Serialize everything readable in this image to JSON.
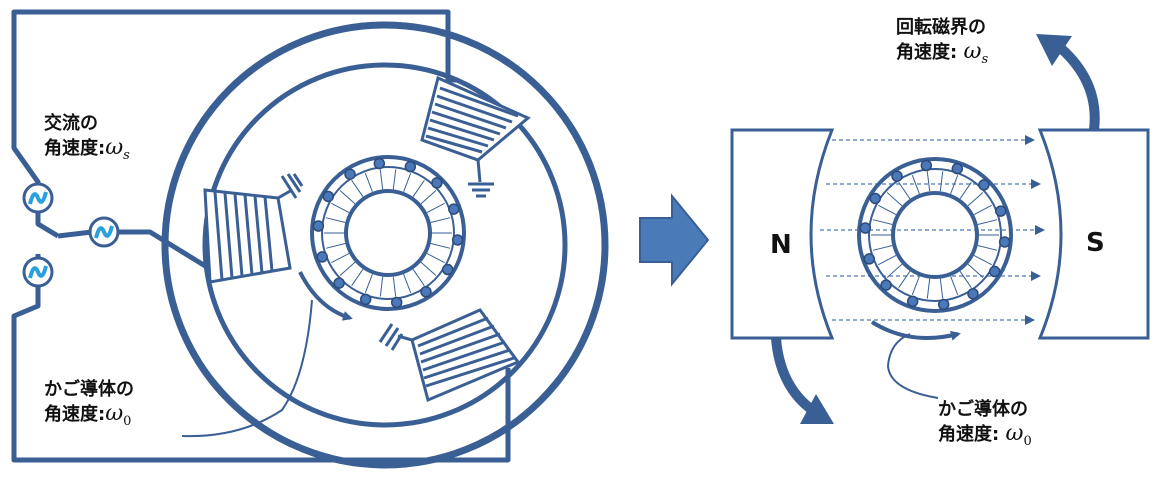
{
  "left": {
    "ac_label": {
      "line1": "交流の",
      "line2_prefix": "角速度",
      "colon": ":",
      "symbol": "ω",
      "subscript": "s"
    },
    "cage_label": {
      "line1": "かご導体の",
      "line2_prefix": "角速度",
      "colon": ":",
      "symbol": "ω",
      "subscript": "0"
    }
  },
  "right": {
    "field_label": {
      "line1": "回転磁界の",
      "line2_prefix": "角速度",
      "colon": ":",
      "symbol": "ω",
      "subscript": "s"
    },
    "cage_label": {
      "line1": "かご導体の",
      "line2_prefix": "角速度",
      "colon": ":",
      "symbol": "ω",
      "subscript": "0"
    },
    "north_pole": "N",
    "south_pole": "S"
  },
  "colors": {
    "line": "#3a5f95",
    "fill_arrow": "#4a7ab8",
    "source_icon": "#2aa0dc",
    "dash": "#6b8fc4"
  },
  "icons": [
    "ac-source-icon",
    "ground-icon",
    "transition-arrow-icon",
    "rotation-arrow-icon"
  ]
}
